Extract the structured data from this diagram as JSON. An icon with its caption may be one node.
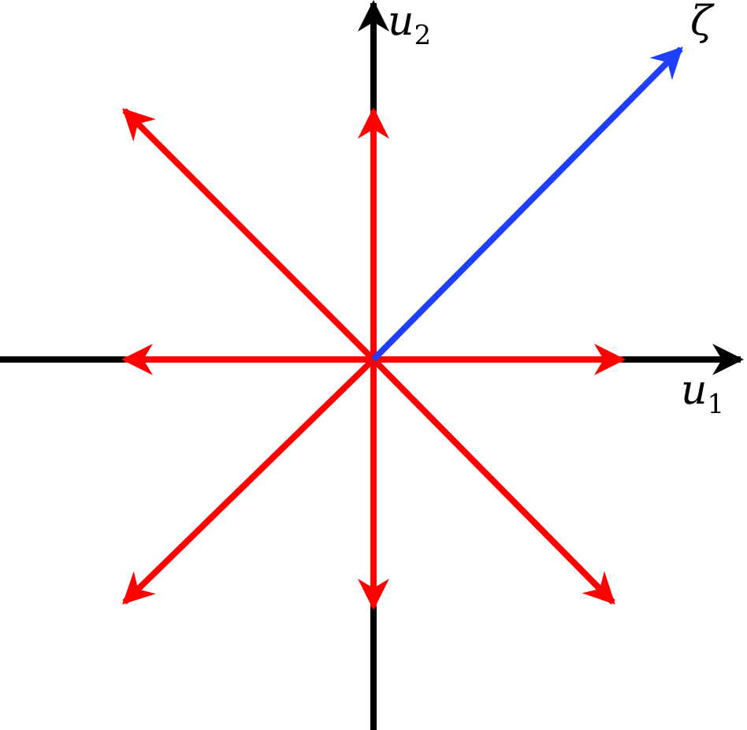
{
  "diagram": {
    "labels": [
      "u$_{2}$",
      "ζ",
      "u$_{1}$"
    ]
  }
}
